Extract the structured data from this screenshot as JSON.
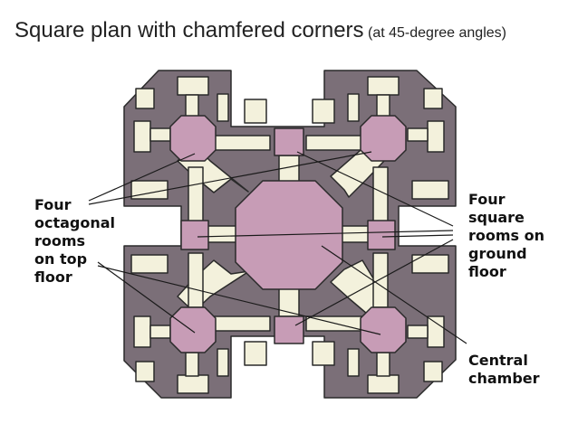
{
  "title": {
    "main": "Square plan with chamfered corners",
    "sub": "(at 45-degree angles)"
  },
  "labels": {
    "octagonal": [
      "Four",
      "octagonal",
      "rooms",
      "on top",
      "floor"
    ],
    "square": [
      "Four",
      "square",
      "rooms on",
      "ground",
      "floor"
    ],
    "central": [
      "Central",
      "chamber"
    ]
  },
  "colors": {
    "wall": "#7b6f78",
    "corridor": "#f3f1dc",
    "room": "#c79cb6",
    "outline": "#2a2a2a"
  }
}
